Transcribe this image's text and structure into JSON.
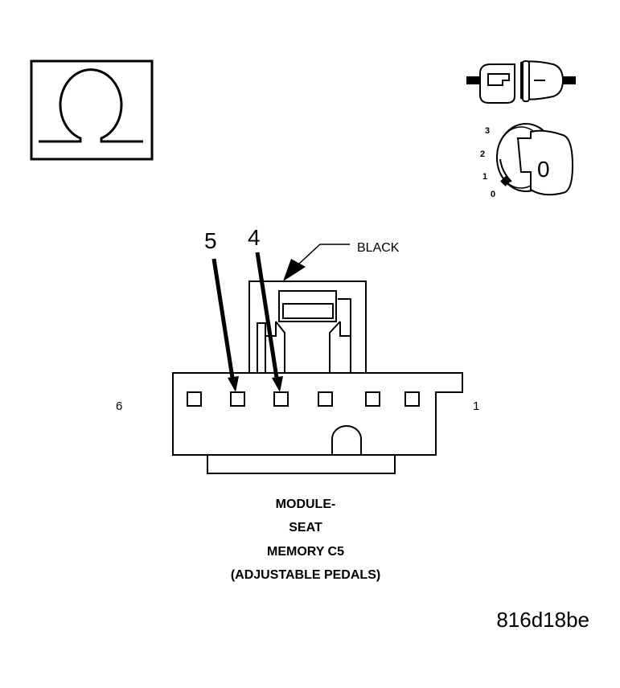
{
  "diagram": {
    "pin_callouts": [
      {
        "label": "5"
      },
      {
        "label": "4"
      }
    ],
    "end_labels": {
      "left": "6",
      "right": "1"
    },
    "connector_color": "BLACK",
    "title_lines": [
      "MODULE-",
      "SEAT",
      "MEMORY C5",
      "(ADJUSTABLE PEDALS)"
    ],
    "figure_code": "816d18be",
    "ignition": {
      "positions": [
        "3",
        "2",
        "1",
        "0"
      ],
      "key_position": "0"
    },
    "icons": [
      "ohmmeter-icon",
      "connector-disconnected-icon",
      "ignition-key-off-icon"
    ]
  }
}
